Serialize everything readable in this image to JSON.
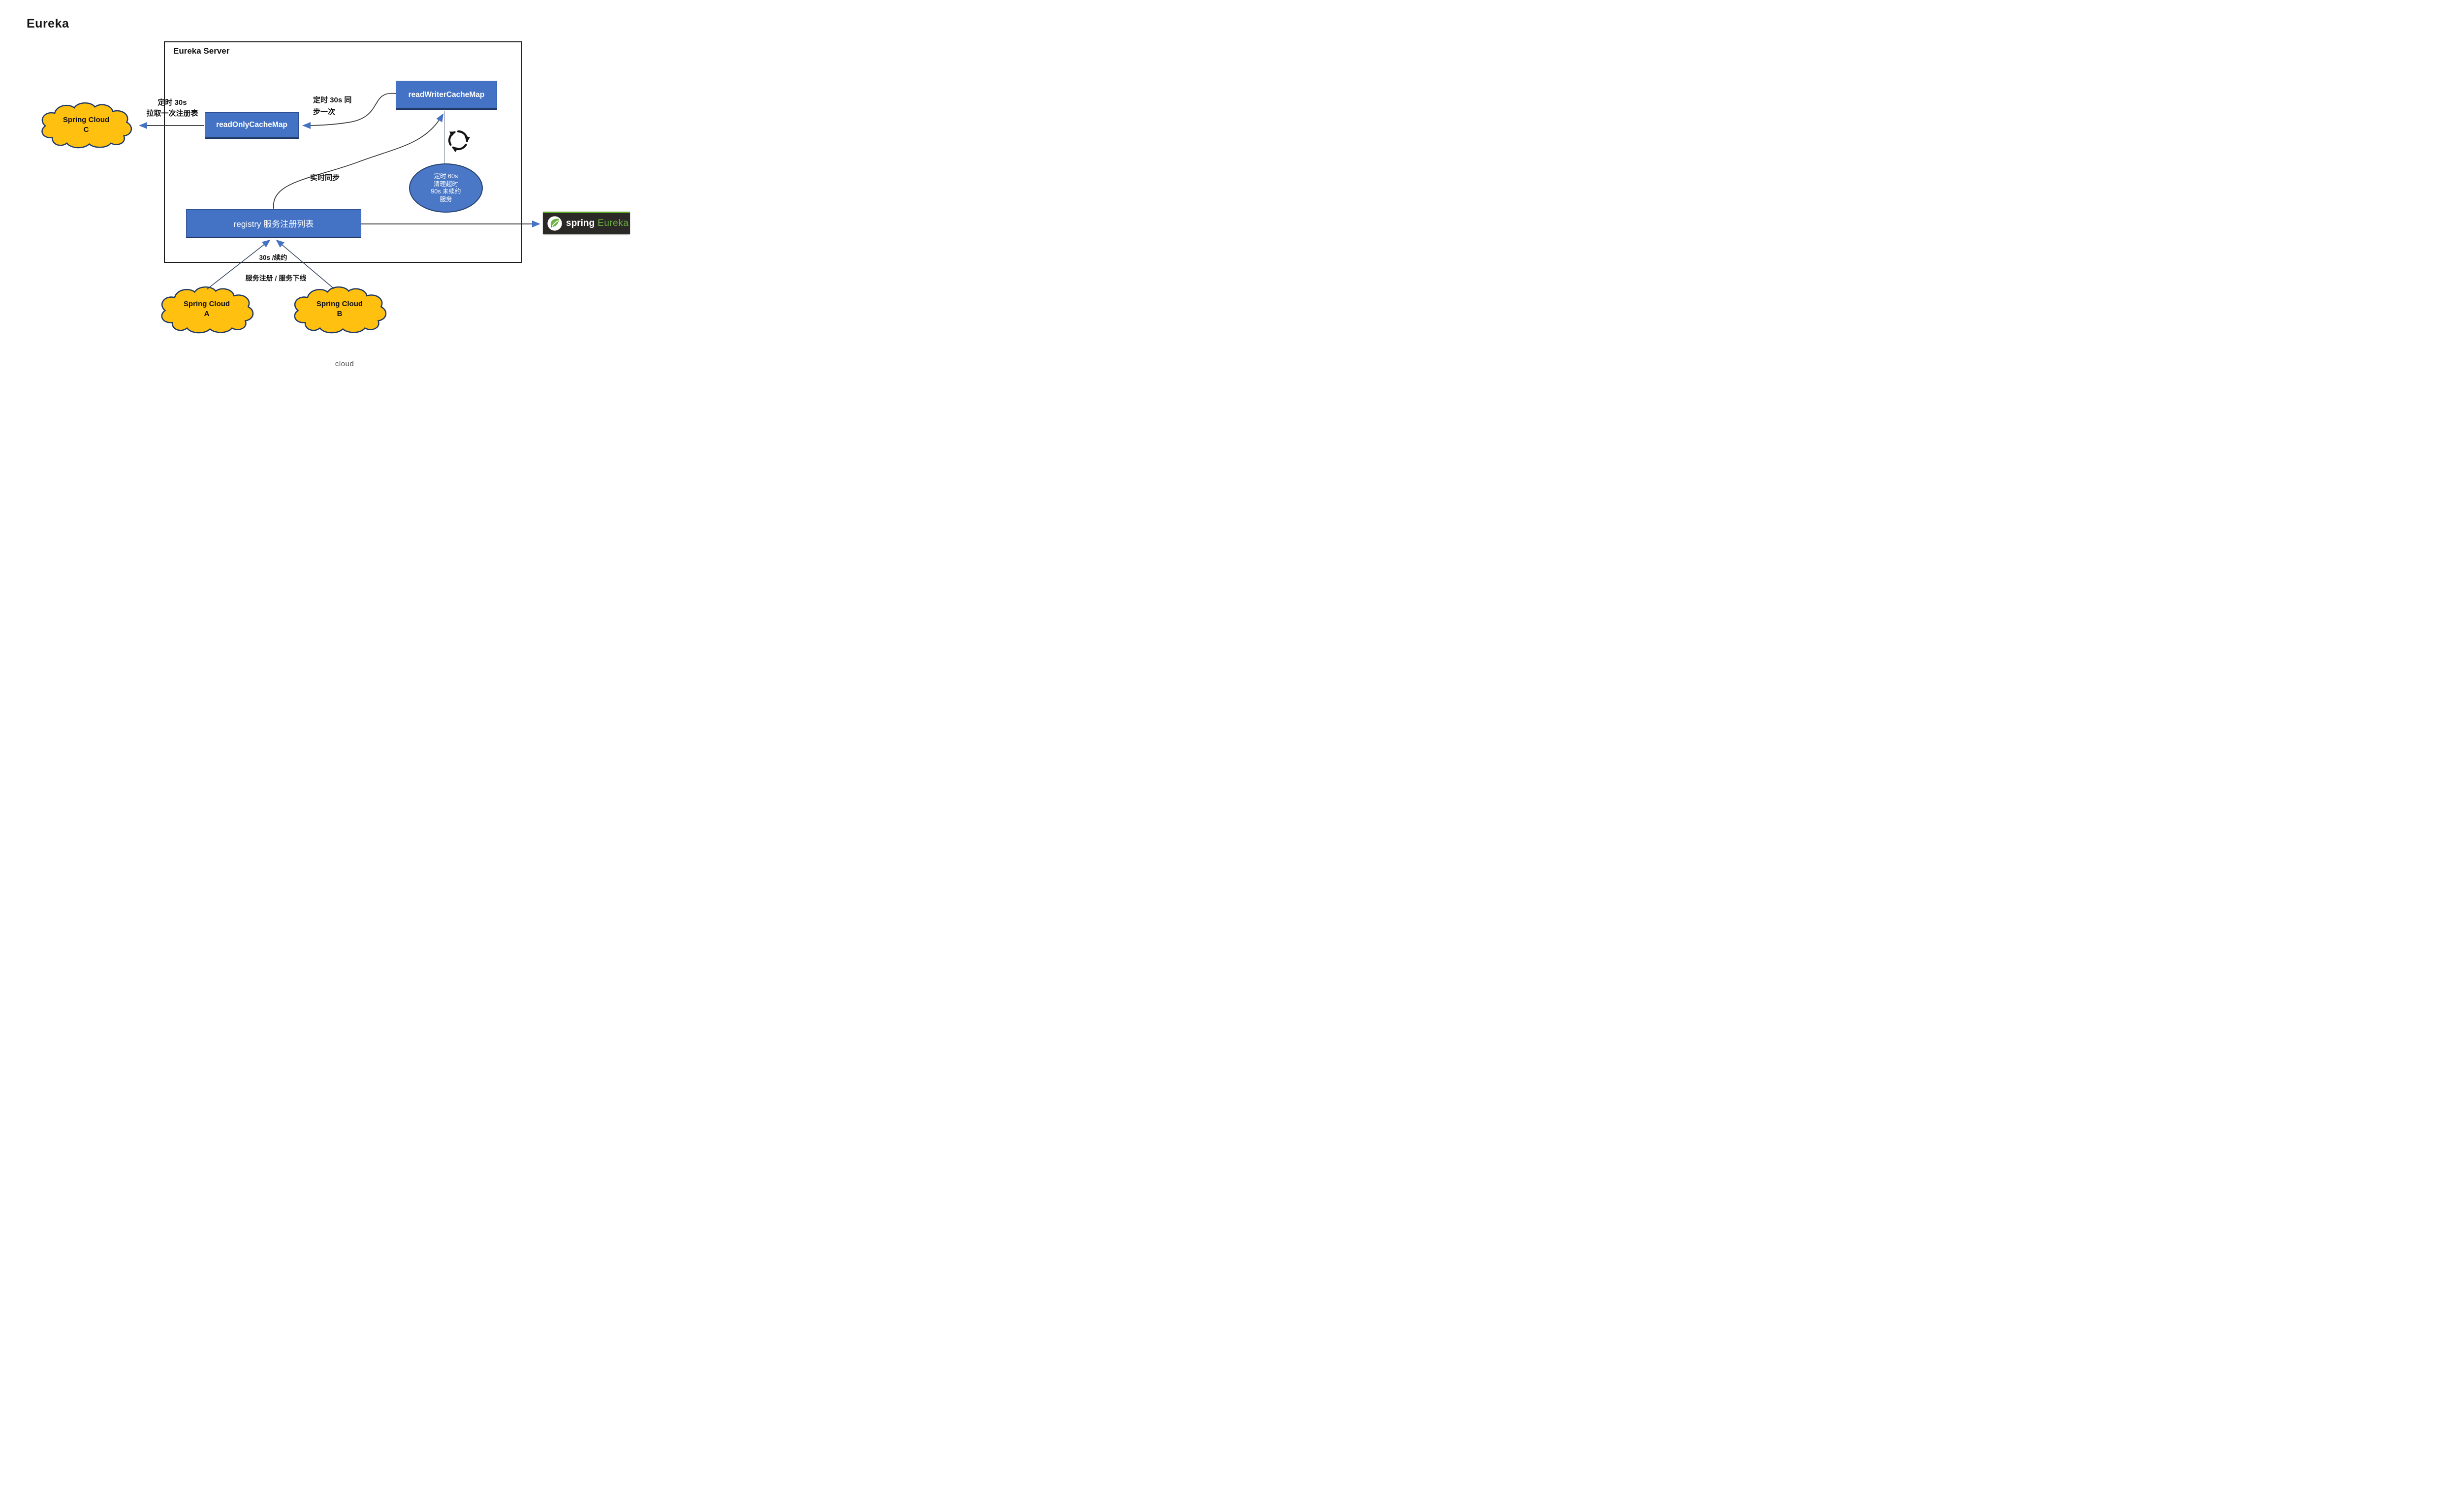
{
  "title": "Eureka",
  "server_label": "Eureka Server",
  "boxes": {
    "readOnly": "readOnlyCacheMap",
    "readWriter": "readWriterCacheMap",
    "registry": "registry 服务注册列表"
  },
  "evict_ellipse": {
    "line1": "定时 60s",
    "line2": "清理超时",
    "line3": "90s 未续约",
    "line4": "服务"
  },
  "clouds": {
    "c": {
      "line1": "Spring Cloud",
      "line2": "C"
    },
    "a": {
      "line1": "Spring Cloud",
      "line2": "A"
    },
    "b": {
      "line1": "Spring Cloud",
      "line2": "B"
    }
  },
  "edge_labels": {
    "fetch_line1": "定时 30s",
    "fetch_line2": "拉取一次注册表",
    "sync_line1": "定时 30s 同",
    "sync_line2": "步一次",
    "realtime": "实时同步",
    "renew": "30s /续约",
    "register": "服务注册 / 服务下线"
  },
  "logo": {
    "spring": "spring",
    "eureka": "Eureka"
  },
  "footer": "cloud",
  "icons": {
    "refresh": "circular-arrows-icon",
    "leaf": "spring-leaf-icon"
  },
  "colors": {
    "box_blue": "#4472c4",
    "box_border": "#2c4d8e",
    "cloud_yellow": "#ffc010",
    "cloud_border": "#1f3864",
    "arrow_blue": "#4472c4",
    "line_dark": "#333333",
    "spring_green": "#6db33f",
    "logo_bg": "#2b2926"
  }
}
